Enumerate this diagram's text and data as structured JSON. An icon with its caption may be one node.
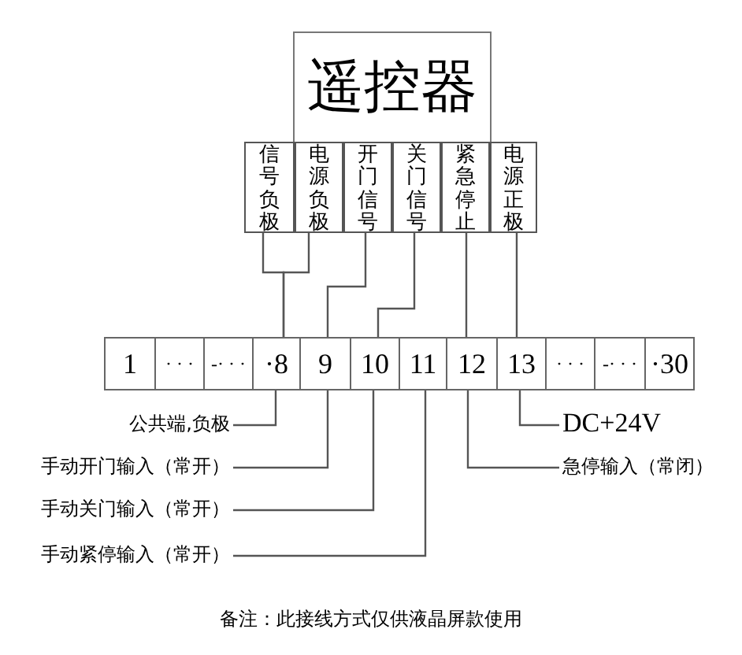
{
  "diagram": {
    "caption": "备注：此接线方式仅供液晶屏款使用",
    "nodes": [
      {
        "text": [
          "遥控器"
        ]
      },
      {
        "text": [
          "信号负极"
        ]
      },
      {
        "text": [
          "电源负极"
        ]
      },
      {
        "text": [
          "开门信号"
        ]
      },
      {
        "text": [
          "关门信号"
        ]
      },
      {
        "text": [
          "紧急停止"
        ]
      },
      {
        "text": [
          "电源正极"
        ]
      },
      {
        "text": [
          "1"
        ]
      },
      {
        "text": [
          "· · ·"
        ]
      },
      {
        "text": [
          "-· · ·"
        ]
      },
      {
        "text": [
          "·8"
        ]
      },
      {
        "text": [
          "9"
        ]
      },
      {
        "text": [
          "10"
        ]
      },
      {
        "text": [
          "11"
        ]
      },
      {
        "text": [
          "12"
        ]
      },
      {
        "text": [
          "13"
        ]
      },
      {
        "text": [
          "· · ·"
        ]
      },
      {
        "text": [
          "-· · ·"
        ]
      },
      {
        "text": [
          "·30"
        ]
      },
      {
        "text": [
          "公共端,负极"
        ]
      },
      {
        "text": [
          "手动开门输入（常开）"
        ]
      },
      {
        "text": [
          "手动关门输入（常开）"
        ]
      },
      {
        "text": [
          "手动紧停输入（常开）"
        ]
      },
      {
        "text": [
          "DC+24V"
        ]
      },
      {
        "text": [
          "急停输入（常闭）"
        ]
      }
    ],
    "edges": [
      {
        "from": 1,
        "to": 10,
        "arrow": "none"
      },
      {
        "from": 2,
        "to": 10,
        "arrow": "none"
      },
      {
        "from": 3,
        "to": 11,
        "arrow": "none"
      },
      {
        "from": 4,
        "to": 12,
        "arrow": "none"
      },
      {
        "from": 5,
        "to": 14,
        "arrow": "none"
      },
      {
        "from": 6,
        "to": 15,
        "arrow": "none"
      },
      {
        "from": 19,
        "to": 10,
        "arrow": "none"
      },
      {
        "from": 20,
        "to": 11,
        "arrow": "none"
      },
      {
        "from": 21,
        "to": 12,
        "arrow": "none"
      },
      {
        "from": 22,
        "to": 13,
        "arrow": "none"
      },
      {
        "from": 23,
        "to": 15,
        "arrow": "none"
      },
      {
        "from": 24,
        "to": 14,
        "arrow": "none"
      }
    ]
  }
}
